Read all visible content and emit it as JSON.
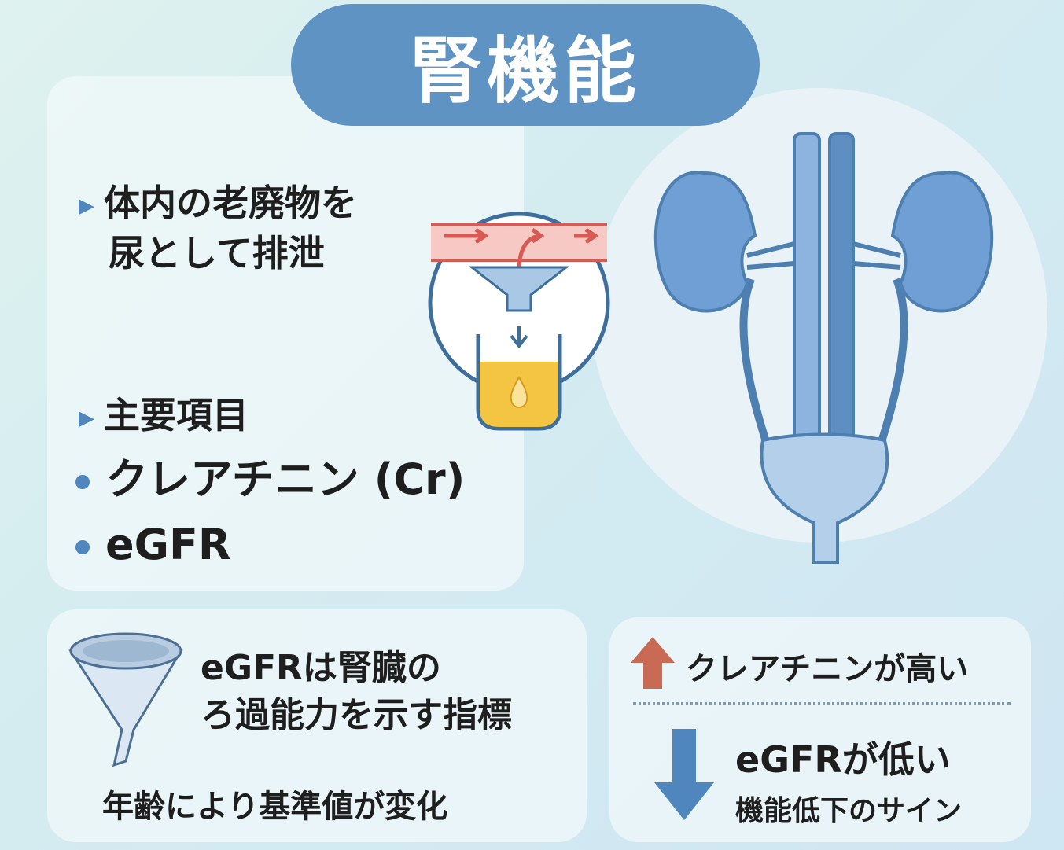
{
  "title": "腎機能",
  "main": {
    "bullet1_line1": "体内の老廃物を",
    "bullet1_line2": "尿として排泄",
    "bullet2": "主要項目",
    "item1": "クレアチニン (Cr)",
    "item2": "eGFR"
  },
  "bottom_left": {
    "line1": "eGFRは腎臓の",
    "line2": "ろ過能力を示す指標",
    "line3": "年齢により基準値が変化"
  },
  "bottom_right": {
    "high": "クレアチニンが高い",
    "low": "eGFRが低い",
    "sign": "機能低下のサイン"
  },
  "colors": {
    "title": "#5e93c4",
    "accent": "#4f86bd",
    "up": "#c96a55",
    "down": "#4f86bd",
    "urine": "#f4c542"
  }
}
